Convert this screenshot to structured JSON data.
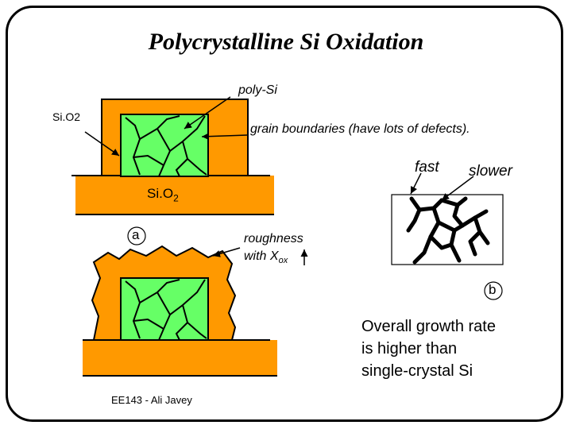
{
  "title": "Polycrystalline Si Oxidation",
  "labels": {
    "poly_si": "poly-Si",
    "sio2_top": "Si.O2",
    "grain_boundaries": "grain boundaries (have lots of defects).",
    "fast": "fast",
    "slower": "slower",
    "sio2_main": "Si.O",
    "sio2_sub": "2",
    "marker_a": "a",
    "marker_b": "b",
    "roughness_line1": "roughness",
    "roughness_line2_prefix": "with X",
    "roughness_sub": "ox",
    "overall_line1": "Overall growth rate",
    "overall_line2": "is higher than",
    "overall_line3": "single-crystal Si",
    "footer": "EE143 - Ali Javey"
  },
  "colors": {
    "oxide": "#FF9900",
    "poly_si": "#66FF66",
    "outline": "#000000",
    "grain_box": "#FFFFFF"
  }
}
